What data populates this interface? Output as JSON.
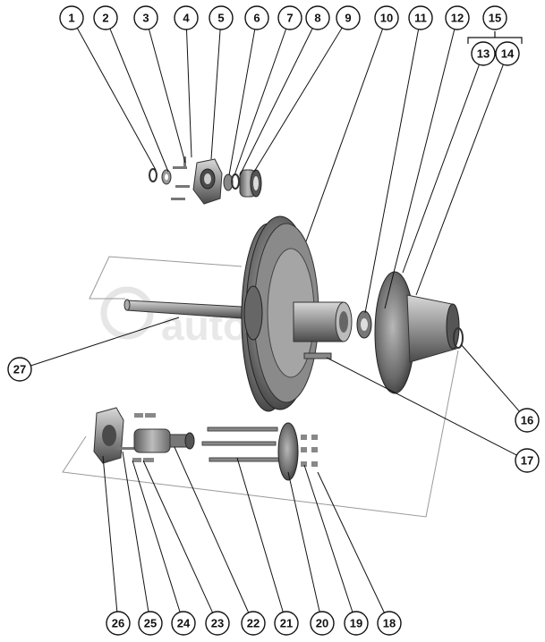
{
  "watermark": "autodata",
  "callouts": [
    {
      "label": "1",
      "anchor": "top-row",
      "target": "snap-ring"
    },
    {
      "label": "2",
      "anchor": "top-row",
      "target": "washer"
    },
    {
      "label": "3",
      "anchor": "top-row",
      "target": "bolt"
    },
    {
      "label": "4",
      "anchor": "top-row",
      "target": "bolt"
    },
    {
      "label": "5",
      "anchor": "top-row",
      "target": "housing"
    },
    {
      "label": "6",
      "anchor": "top-row",
      "target": "seal"
    },
    {
      "label": "7",
      "anchor": "top-row",
      "target": "ring"
    },
    {
      "label": "8",
      "anchor": "top-row",
      "target": "ring"
    },
    {
      "label": "9",
      "anchor": "top-row",
      "target": "bearing"
    },
    {
      "label": "10",
      "anchor": "top-row",
      "target": "pulley"
    },
    {
      "label": "11",
      "anchor": "top-row",
      "target": "bearing"
    },
    {
      "label": "12",
      "anchor": "top-row",
      "target": "hub"
    },
    {
      "label": "13",
      "anchor": "top-row",
      "target": "hub"
    },
    {
      "label": "14",
      "anchor": "top-row",
      "target": "hub"
    },
    {
      "label": "15",
      "anchor": "group",
      "target": "bracket-13-14"
    },
    {
      "label": "16",
      "anchor": "right",
      "target": "circlip"
    },
    {
      "label": "17",
      "anchor": "right",
      "target": "key"
    },
    {
      "label": "18",
      "anchor": "bottom-row",
      "target": "nut"
    },
    {
      "label": "19",
      "anchor": "bottom-row",
      "target": "washer"
    },
    {
      "label": "20",
      "anchor": "bottom-row",
      "target": "flange"
    },
    {
      "label": "21",
      "anchor": "bottom-row",
      "target": "stud"
    },
    {
      "label": "22",
      "anchor": "bottom-row",
      "target": "bearing-housing"
    },
    {
      "label": "23",
      "anchor": "bottom-row",
      "target": "nut"
    },
    {
      "label": "24",
      "anchor": "bottom-row",
      "target": "washer"
    },
    {
      "label": "25",
      "anchor": "bottom-row",
      "target": "bolt"
    },
    {
      "label": "26",
      "anchor": "bottom-row",
      "target": "flange"
    },
    {
      "label": "27",
      "anchor": "left",
      "target": "shaft"
    }
  ]
}
